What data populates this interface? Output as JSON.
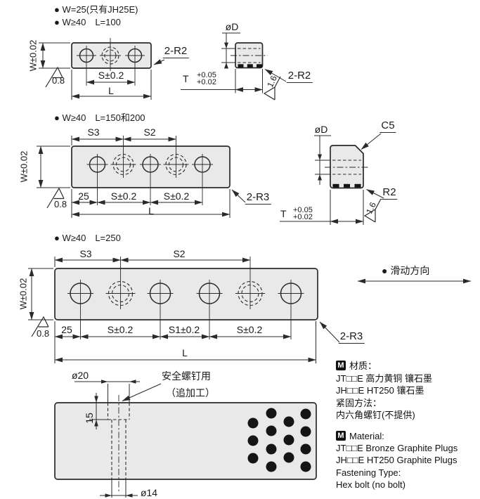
{
  "colors": {
    "line": "#2a2a2a",
    "plate_fill": "#e9e9e9",
    "plug": "#151515",
    "background": "#ffffff"
  },
  "fig1": {
    "note_a": "● W=25(只有JH25E)",
    "note_b": "● W≥40　L=100",
    "w": "W±0.02",
    "surface": "0.8",
    "s": "S±0.2",
    "l": "L",
    "corner": "2-R2"
  },
  "side1": {
    "d": "øD",
    "corner": "2-R2",
    "t": "T",
    "tol_hi": "+0.05",
    "tol_lo": "+0.02",
    "surface": "1.6"
  },
  "fig2": {
    "note": "● W≥40　L=150和200",
    "s3": "S3",
    "s2": "S2",
    "w": "W±0.02",
    "surface": "0.8",
    "d25": "25",
    "sa": "S±0.2",
    "sb": "S±0.2",
    "l": "L",
    "corner": "2-R3"
  },
  "side2": {
    "d": "øD",
    "c5": "C5",
    "r2": "R2",
    "t": "T",
    "tol_hi": "+0.05",
    "tol_lo": "+0.02",
    "surface": "1.6"
  },
  "fig3": {
    "note": "● W≥40　L=250",
    "s3": "S3",
    "s2": "S2",
    "w": "W±0.02",
    "surface": "0.8",
    "d25": "25",
    "sa": "S±0.2",
    "s1": "S1±0.2",
    "sb": "S±0.2",
    "l": "L",
    "corner": "2-R3"
  },
  "slide": {
    "label": "● 滑动方向"
  },
  "fig4": {
    "d20": "ø20",
    "note1": "安全螺钉用",
    "note2": "（追加工）",
    "d15": "15",
    "d14": "ø14"
  },
  "notes_cn": {
    "badge": "M",
    "title": "材质：",
    "lines": [
      "JT□□E 高力黄铜 镶石墨",
      "JH□□E HT250 镶石墨",
      "紧固方法：",
      "内六角螺钉(不提供)"
    ]
  },
  "notes_en": {
    "badge": "M",
    "title": "Material:",
    "lines": [
      "JT□□E Bronze Graphite Plugs",
      "JH□□E HT250 Graphite Plugs",
      "Fastening Type:",
      "Hex bolt (no bolt)"
    ]
  }
}
